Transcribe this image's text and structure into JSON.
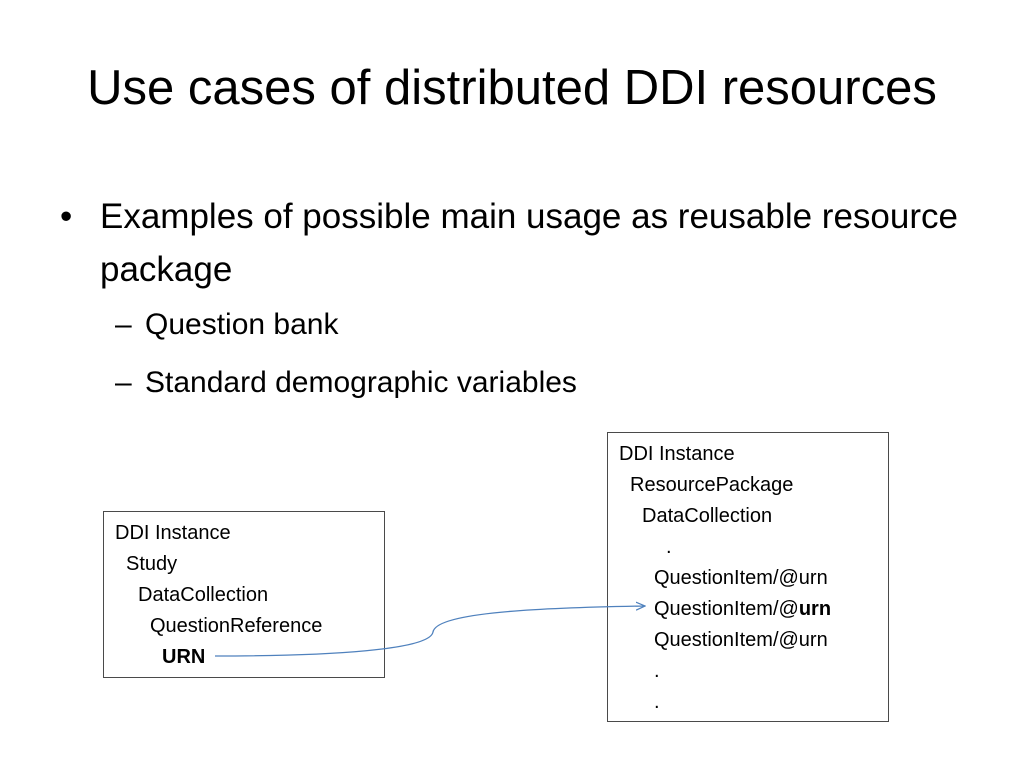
{
  "slide": {
    "title": "Use cases of distributed DDI resources",
    "bullets": [
      {
        "marker": "•",
        "text": "Examples of possible main usage as reusable resource package",
        "sub": [
          {
            "marker": "–",
            "text": "Question bank"
          },
          {
            "marker": "–",
            "text": "Standard demographic variables"
          }
        ]
      }
    ]
  },
  "left_box": {
    "lines": [
      "DDI Instance",
      "Study",
      "DataCollection",
      "QuestionReference",
      "URN"
    ]
  },
  "right_box": {
    "lines": [
      "DDI Instance",
      "ResourcePackage",
      "DataCollection",
      ".",
      "QuestionItem/@urn",
      "QuestionItem/@",
      "urn",
      "QuestionItem/@urn",
      ".",
      "."
    ]
  },
  "colors": {
    "connector": "#4f81bd",
    "box_border": "#4a4a4a"
  }
}
